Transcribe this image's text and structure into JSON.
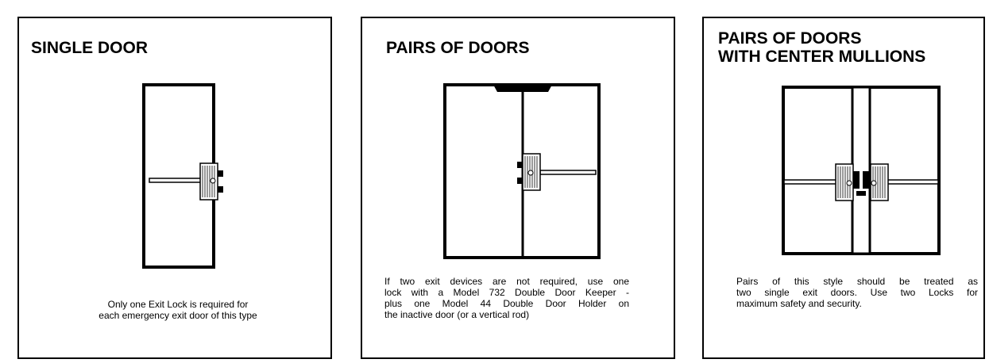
{
  "panels": [
    {
      "title_lines": [
        "SINGLE DOOR"
      ],
      "caption_lines": [
        "Only one Exit Lock is required for",
        "each emergency exit door of this type"
      ]
    },
    {
      "title_lines": [
        "PAIRS OF DOORS"
      ],
      "caption_lines": [
        "If two exit devices are not required, use one",
        "lock with a Model 732 Double Door Keeper -",
        "plus one Model 44 Double Door Holder on",
        "the inactive door (or a vertical rod)"
      ]
    },
    {
      "title_lines": [
        "PAIRS OF DOORS",
        "WITH CENTER MULLIONS"
      ],
      "caption_lines": [
        "Pairs of this style should be treated as",
        "two single exit doors.  Use two Locks for",
        "maximum safety and security."
      ]
    }
  ]
}
